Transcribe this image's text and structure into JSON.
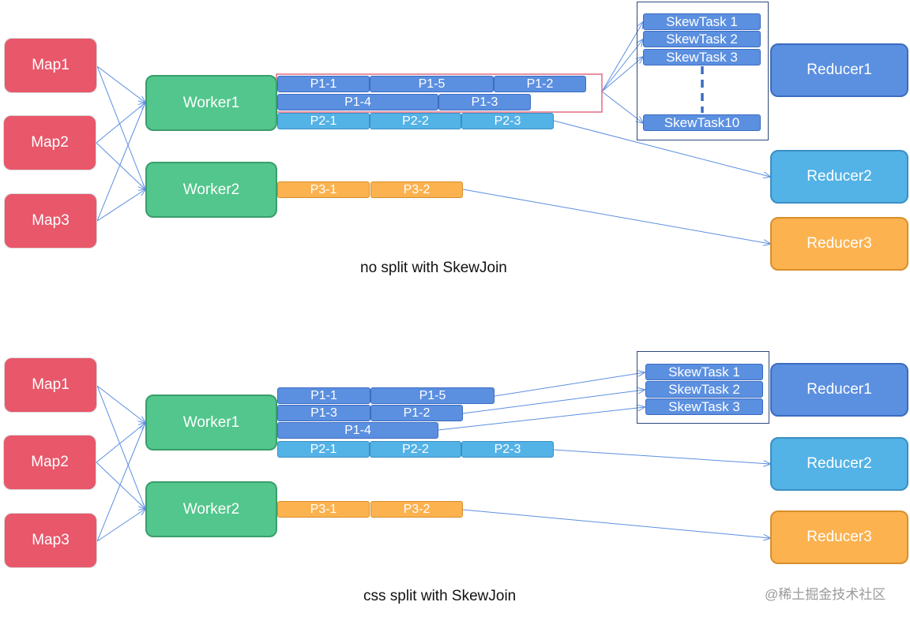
{
  "top": {
    "maps": [
      "Map1",
      "Map2",
      "Map3"
    ],
    "workers": [
      "Worker1",
      "Worker2"
    ],
    "partitions": {
      "row1": [
        "P1-1",
        "P1-5",
        "P1-2"
      ],
      "row2": [
        "P1-4",
        "P1-3"
      ],
      "row3": [
        "P2-1",
        "P2-2",
        "P2-3"
      ],
      "worker2": [
        "P3-1",
        "P3-2"
      ]
    },
    "skew_tasks": [
      "SkewTask 1",
      "SkewTask 2",
      "SkewTask 3",
      "SkewTask10"
    ],
    "reducers": [
      "Reducer1",
      "Reducer2",
      "Reducer3"
    ],
    "caption": "no split with SkewJoin"
  },
  "bottom": {
    "maps": [
      "Map1",
      "Map2",
      "Map3"
    ],
    "workers": [
      "Worker1",
      "Worker2"
    ],
    "partitions": {
      "row1": [
        "P1-1",
        "P1-5"
      ],
      "row2": [
        "P1-3",
        "P1-2"
      ],
      "row3": [
        "P1-4"
      ],
      "row4": [
        "P2-1",
        "P2-2",
        "P2-3"
      ],
      "worker2": [
        "P3-1",
        "P3-2"
      ]
    },
    "skew_tasks": [
      "SkewTask 1",
      "SkewTask 2",
      "SkewTask 3"
    ],
    "reducers": [
      "Reducer1",
      "Reducer2",
      "Reducer3"
    ],
    "caption": "css split with SkewJoin"
  },
  "watermark": "@稀土掘金技术社区",
  "colors": {
    "map": "#e8576a",
    "worker": "#52c68c",
    "blue": "#5b8fe0",
    "light_blue": "#53b2e6",
    "orange": "#fbb24f",
    "arrow": "#5b8fe0",
    "highlight": "#e06b82",
    "frame": "#2d4a7c"
  }
}
